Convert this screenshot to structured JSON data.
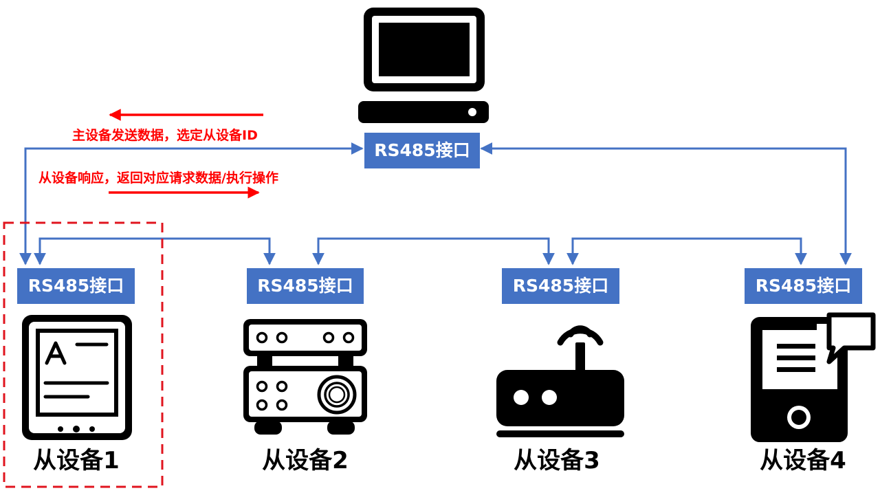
{
  "master": {
    "interface_label": "RS485接口"
  },
  "annotations": {
    "request": "主设备发送数据，选定从设备ID",
    "response": "从设备响应，返回对应请求数据/执行操作"
  },
  "slaves": [
    {
      "interface_label": "RS485接口",
      "name": "从设备1",
      "icon": "tablet-icon",
      "highlighted": true
    },
    {
      "interface_label": "RS485接口",
      "name": "从设备2",
      "icon": "amplifier-rack-icon",
      "highlighted": false
    },
    {
      "interface_label": "RS485接口",
      "name": "从设备3",
      "icon": "router-icon",
      "highlighted": false
    },
    {
      "interface_label": "RS485接口",
      "name": "从设备4",
      "icon": "intercom-icon",
      "highlighted": false
    }
  ],
  "colors": {
    "bus": "#4472c4",
    "interface_fill": "#4472c4",
    "annotation": "#ff0000",
    "highlight": "#e0141e",
    "icon": "#000000"
  }
}
